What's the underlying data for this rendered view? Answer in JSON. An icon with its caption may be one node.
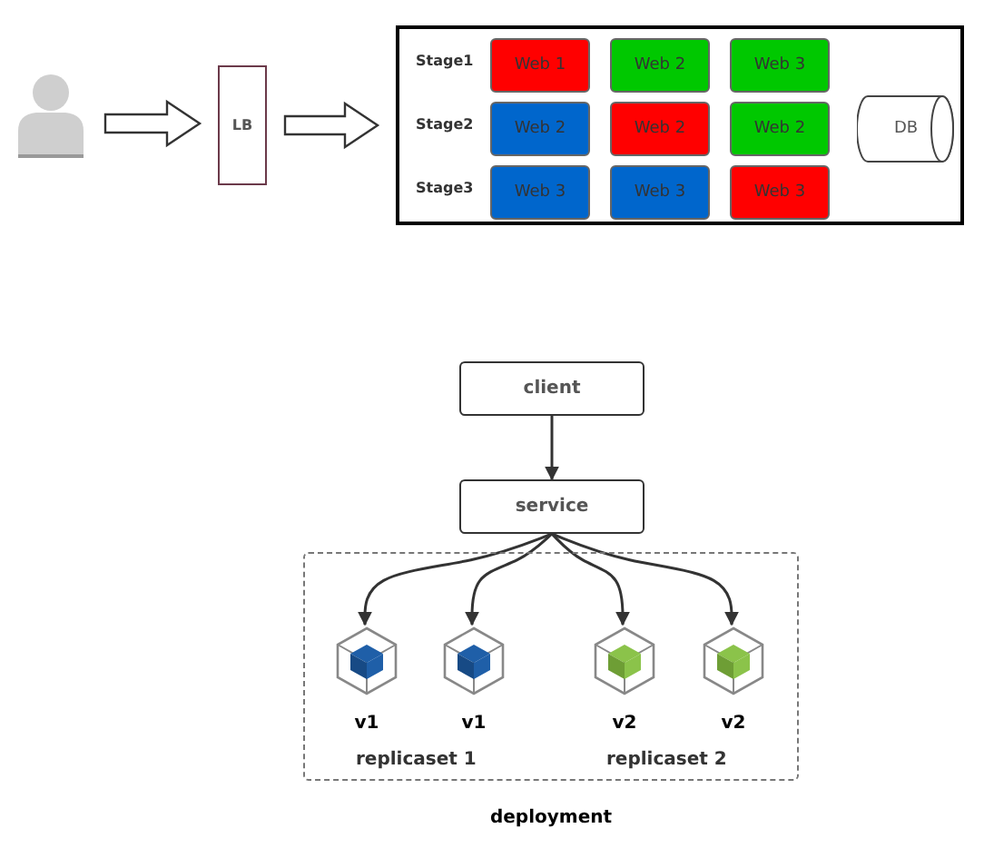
{
  "diagram": {
    "nodes": [
      {
        "text": [],
        "shape": "person"
      },
      {
        "text": [
          "LB"
        ]
      },
      {
        "text": [],
        "shape": "box"
      },
      {
        "text": [
          "Web 1"
        ],
        "in": 2
      },
      {
        "text": [
          "Web 2"
        ],
        "in": 2
      },
      {
        "text": [
          "Web 3"
        ],
        "in": 2
      },
      {
        "text": [
          "Web 2"
        ],
        "in": 2
      },
      {
        "text": [
          "Web 2"
        ],
        "in": 2
      },
      {
        "text": [
          "Web 2"
        ],
        "in": 2
      },
      {
        "text": [
          "Web 3"
        ],
        "in": 2
      },
      {
        "text": [
          "Web 3"
        ],
        "in": 2
      },
      {
        "text": [
          "Web 3"
        ],
        "in": 2
      },
      {
        "text": [
          "DB"
        ],
        "in": 2
      },
      {
        "text": [
          "client"
        ]
      },
      {
        "text": [
          "service"
        ]
      },
      {
        "text": [
          "deployment"
        ]
      },
      {
        "text": [
          "v1"
        ],
        "in": 15
      },
      {
        "text": [
          "v1"
        ],
        "in": 15
      },
      {
        "text": [
          "v2"
        ],
        "in": 15
      },
      {
        "text": [
          "v2"
        ],
        "in": 15
      }
    ],
    "edges": [
      {
        "from": 0,
        "to": 1,
        "arrow": "to",
        "style": "thick"
      },
      {
        "from": 1,
        "to": 2,
        "arrow": "to",
        "style": "thick"
      },
      {
        "from": 13,
        "to": 14,
        "arrow": "to"
      },
      {
        "from": 14,
        "to": 16,
        "arrow": "to"
      },
      {
        "from": 14,
        "to": 17,
        "arrow": "to"
      },
      {
        "from": 14,
        "to": 18,
        "arrow": "to"
      },
      {
        "from": 14,
        "to": 19,
        "arrow": "to"
      }
    ],
    "labels": [
      "Stage1",
      "Stage2",
      "Stage3",
      "replicaset 1",
      "replicaset 2"
    ]
  }
}
